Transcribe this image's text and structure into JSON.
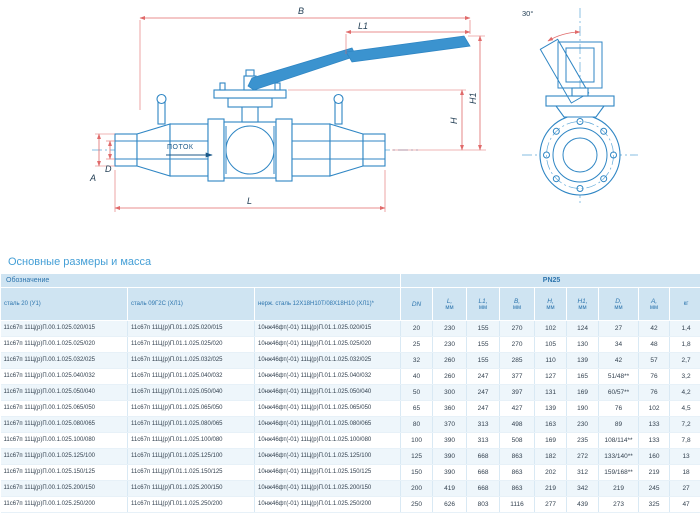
{
  "drawing": {
    "labels": {
      "b": "B",
      "l1": "L1",
      "a": "A",
      "d": "D",
      "h": "H",
      "h1": "H1",
      "l": "L",
      "angle": "30°",
      "flow": "ПОТОК"
    },
    "colors": {
      "line": "#2f86c4",
      "dimension": "#e06a6a",
      "label": "#233f55"
    }
  },
  "section_title": "Основные размеры и масса",
  "table": {
    "header": {
      "designation": "Обозначение",
      "pn": "PN25",
      "col_steel20": "сталь 20 (У1)",
      "col_steel09": "сталь 09Г2С (ХЛ1)",
      "col_stainless": "нерж. сталь 12Х18Н10Т/08Х18Н10 (ХЛ1)*",
      "cols": [
        {
          "label": "DN",
          "unit": ""
        },
        {
          "label": "L,",
          "unit": "мм"
        },
        {
          "label": "L1,",
          "unit": "мм"
        },
        {
          "label": "B,",
          "unit": "мм"
        },
        {
          "label": "H,",
          "unit": "мм"
        },
        {
          "label": "H1,",
          "unit": "мм"
        },
        {
          "label": "D,",
          "unit": "мм"
        },
        {
          "label": "A,",
          "unit": "мм"
        },
        {
          "label": "",
          "unit": "кг"
        }
      ]
    },
    "rows": [
      {
        "d1": "11с67п 11Ц(р)П.00.1.025.020/015",
        "d2": "11с67п 11Ц(р)П.01.1.025.020/015",
        "d3": "10нж46фт(-01) 11Ц(р)П.01.1.025.020/015",
        "dn": "20",
        "l": "230",
        "l1": "155",
        "b": "270",
        "h": "102",
        "h1": "124",
        "d": "27",
        "a": "42",
        "kg": "1,4"
      },
      {
        "d1": "11с67п 11Ц(р)П.00.1.025.025/020",
        "d2": "11с67п 11Ц(р)П.01.1.025.025/020",
        "d3": "10нж46фт(-01) 11Ц(р)П.01.1.025.025/020",
        "dn": "25",
        "l": "230",
        "l1": "155",
        "b": "270",
        "h": "105",
        "h1": "130",
        "d": "34",
        "a": "48",
        "kg": "1,8"
      },
      {
        "d1": "11с67п 11Ц(р)П.00.1.025.032/025",
        "d2": "11с67п 11Ц(р)П.01.1.025.032/025",
        "d3": "10нж46фт(-01) 11Ц(р)П.01.1.025.032/025",
        "dn": "32",
        "l": "260",
        "l1": "155",
        "b": "285",
        "h": "110",
        "h1": "139",
        "d": "42",
        "a": "57",
        "kg": "2,7"
      },
      {
        "d1": "11с67п 11Ц(р)П.00.1.025.040/032",
        "d2": "11с67п 11Ц(р)П.01.1.025.040/032",
        "d3": "10нж46фт(-01) 11Ц(р)П.01.1.025.040/032",
        "dn": "40",
        "l": "260",
        "l1": "247",
        "b": "377",
        "h": "127",
        "h1": "165",
        "d": "51/48**",
        "a": "76",
        "kg": "3,2"
      },
      {
        "d1": "11с67п 11Ц(р)П.00.1.025.050/040",
        "d2": "11с67п 11Ц(р)П.01.1.025.050/040",
        "d3": "10нж46фт(-01) 11Ц(р)П.01.1.025.050/040",
        "dn": "50",
        "l": "300",
        "l1": "247",
        "b": "397",
        "h": "131",
        "h1": "169",
        "d": "60/57**",
        "a": "76",
        "kg": "4,2"
      },
      {
        "d1": "11с67п 11Ц(р)П.00.1.025.065/050",
        "d2": "11с67п 11Ц(р)П.01.1.025.065/050",
        "d3": "10нж46фт(-01) 11Ц(р)П.01.1.025.065/050",
        "dn": "65",
        "l": "360",
        "l1": "247",
        "b": "427",
        "h": "139",
        "h1": "190",
        "d": "76",
        "a": "102",
        "kg": "4,5"
      },
      {
        "d1": "11с67п 11Ц(р)П.00.1.025.080/065",
        "d2": "11с67п 11Ц(р)П.01.1.025.080/065",
        "d3": "10нж46фт(-01) 11Ц(р)П.01.1.025.080/065",
        "dn": "80",
        "l": "370",
        "l1": "313",
        "b": "498",
        "h": "163",
        "h1": "230",
        "d": "89",
        "a": "133",
        "kg": "7,2"
      },
      {
        "d1": "11с67п 11Ц(р)П.00.1.025.100/080",
        "d2": "11с67п 11Ц(р)П.01.1.025.100/080",
        "d3": "10нж46фт(-01) 11Ц(р)П.01.1.025.100/080",
        "dn": "100",
        "l": "390",
        "l1": "313",
        "b": "508",
        "h": "169",
        "h1": "235",
        "d": "108/114**",
        "a": "133",
        "kg": "7,8"
      },
      {
        "d1": "11с67п 11Ц(р)П.00.1.025.125/100",
        "d2": "11с67п 11Ц(р)П.01.1.025.125/100",
        "d3": "10нж46фт(-01) 11Ц(р)П.01.1.025.125/100",
        "dn": "125",
        "l": "390",
        "l1": "668",
        "b": "863",
        "h": "182",
        "h1": "272",
        "d": "133/140**",
        "a": "160",
        "kg": "13"
      },
      {
        "d1": "11с67п 11Ц(р)П.00.1.025.150/125",
        "d2": "11с67п 11Ц(р)П.01.1.025.150/125",
        "d3": "10нж46фт(-01) 11Ц(р)П.01.1.025.150/125",
        "dn": "150",
        "l": "390",
        "l1": "668",
        "b": "863",
        "h": "202",
        "h1": "312",
        "d": "159/168**",
        "a": "219",
        "kg": "18"
      },
      {
        "d1": "11с67п 11Ц(р)П.00.1.025.200/150",
        "d2": "11с67п 11Ц(р)П.01.1.025.200/150",
        "d3": "10нж46фт(-01) 11Ц(р)П.01.1.025.200/150",
        "dn": "200",
        "l": "419",
        "l1": "668",
        "b": "863",
        "h": "219",
        "h1": "342",
        "d": "219",
        "a": "245",
        "kg": "27"
      },
      {
        "d1": "11с67п 11Ц(р)П.00.1.025.250/200",
        "d2": "11с67п 11Ц(р)П.01.1.025.250/200",
        "d3": "10нж46фт(-01) 11Ц(р)П.01.1.025.250/200",
        "dn": "250",
        "l": "626",
        "l1": "803",
        "b": "1116",
        "h": "277",
        "h1": "439",
        "d": "273",
        "a": "325",
        "kg": "47"
      }
    ]
  }
}
